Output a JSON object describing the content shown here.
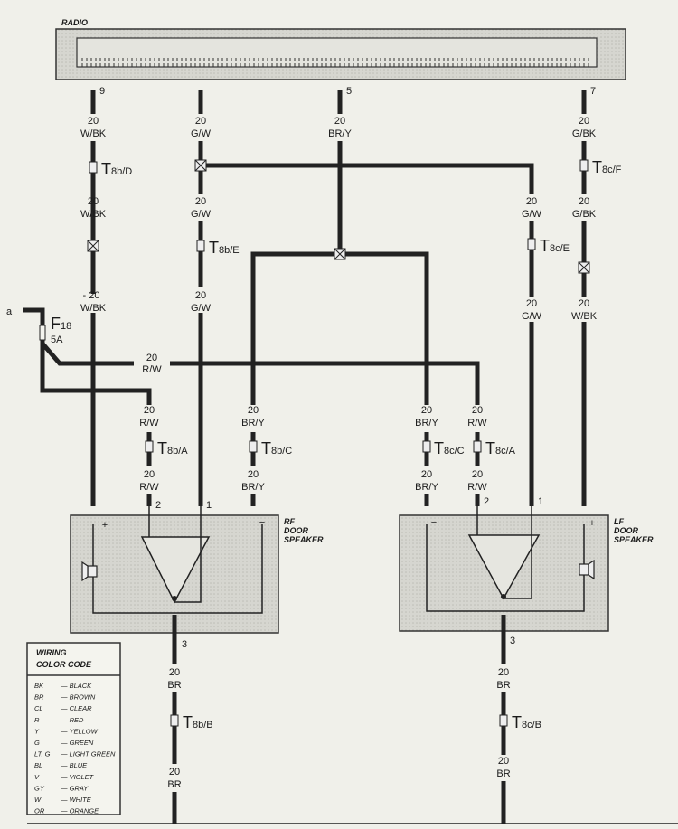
{
  "radio": {
    "title": "RADIO"
  },
  "pins": {
    "radio_9": "9",
    "radio_5": "5",
    "radio_7": "7",
    "rf_2": "2",
    "rf_1": "1",
    "lf_2": "2",
    "lf_1": "1",
    "rf_3": "3",
    "lf_3": "3"
  },
  "wire_gauge": "20",
  "wire_gauge_dash": "- 20",
  "colors": {
    "wbk": "W/BK",
    "gw": "G/W",
    "bry": "BR/Y",
    "gbk": "G/BK",
    "rw": "R/W",
    "br": "BR"
  },
  "connectors": {
    "letter": "T",
    "t8bD": "8b/D",
    "t8bE": "8b/E",
    "t8cF": "8c/F",
    "t8cE": "8c/E",
    "t8bA": "8b/A",
    "t8bC": "8b/C",
    "t8cC": "8c/C",
    "t8cA": "8c/A",
    "t8bB": "8b/B",
    "t8cB": "8c/B"
  },
  "fuse": {
    "feed": "a",
    "letter": "F",
    "number": "18",
    "rating": "5A"
  },
  "speakers": {
    "rf": {
      "line1": "RF",
      "line2": "DOOR",
      "line3": "SPEAKER",
      "plus": "+",
      "minus": "−"
    },
    "lf": {
      "line1": "LF",
      "line2": "DOOR",
      "line3": "SPEAKER",
      "plus": "+",
      "minus": "−"
    }
  },
  "legend": {
    "title1": "WIRING",
    "title2": "COLOR CODE",
    "rows": [
      {
        "code": "BK",
        "name": "— BLACK"
      },
      {
        "code": "BR",
        "name": "— BROWN"
      },
      {
        "code": "CL",
        "name": "— CLEAR"
      },
      {
        "code": "R",
        "name": "— RED"
      },
      {
        "code": "Y",
        "name": "— YELLOW"
      },
      {
        "code": "G",
        "name": "— GREEN"
      },
      {
        "code": "LT. G",
        "name": "— LIGHT GREEN"
      },
      {
        "code": "BL",
        "name": "— BLUE"
      },
      {
        "code": "V",
        "name": "— VIOLET"
      },
      {
        "code": "GY",
        "name": "— GRAY"
      },
      {
        "code": "W",
        "name": "— WHITE"
      },
      {
        "code": "OR",
        "name": "— ORANGE"
      }
    ]
  }
}
